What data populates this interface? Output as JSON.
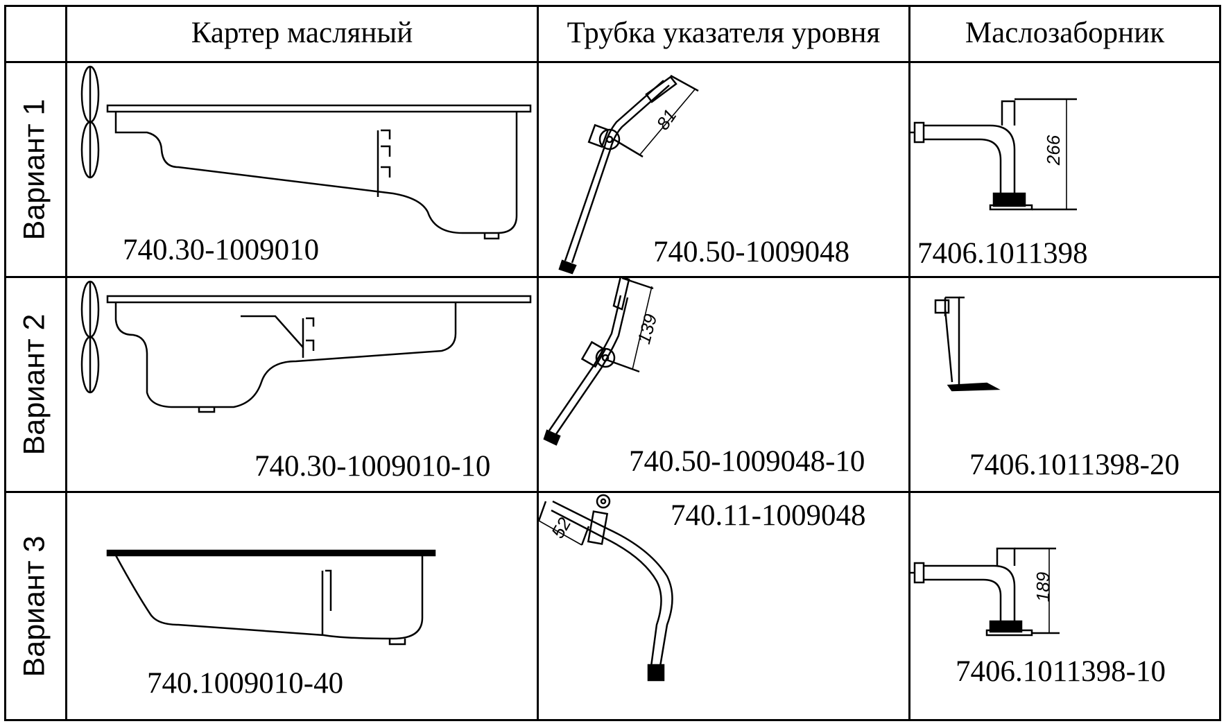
{
  "table": {
    "columns": [
      "Картер масляный",
      "Трубка указателя уровня",
      "Маслозаборник"
    ],
    "rows": [
      {
        "label": "Вариант 1",
        "oil_pan": "740.30-1009010",
        "dipstick_tube": "740.50-1009048",
        "dipstick_dimension": "81",
        "oil_pickup": "7406.1011398",
        "oil_pickup_dimension": "266"
      },
      {
        "label": "Вариант 2",
        "oil_pan": "740.30-1009010-10",
        "dipstick_tube": "740.50-1009048-10",
        "dipstick_dimension": "139",
        "oil_pickup": "7406.1011398-20"
      },
      {
        "label": "Вариант 3",
        "oil_pan": "740.1009010-40",
        "dipstick_tube": "740.11-1009048",
        "dipstick_dimension": "52",
        "oil_pickup": "7406.1011398-10",
        "oil_pickup_dimension": "189"
      }
    ]
  },
  "colors": {
    "lines": "#000000",
    "background": "#ffffff"
  }
}
